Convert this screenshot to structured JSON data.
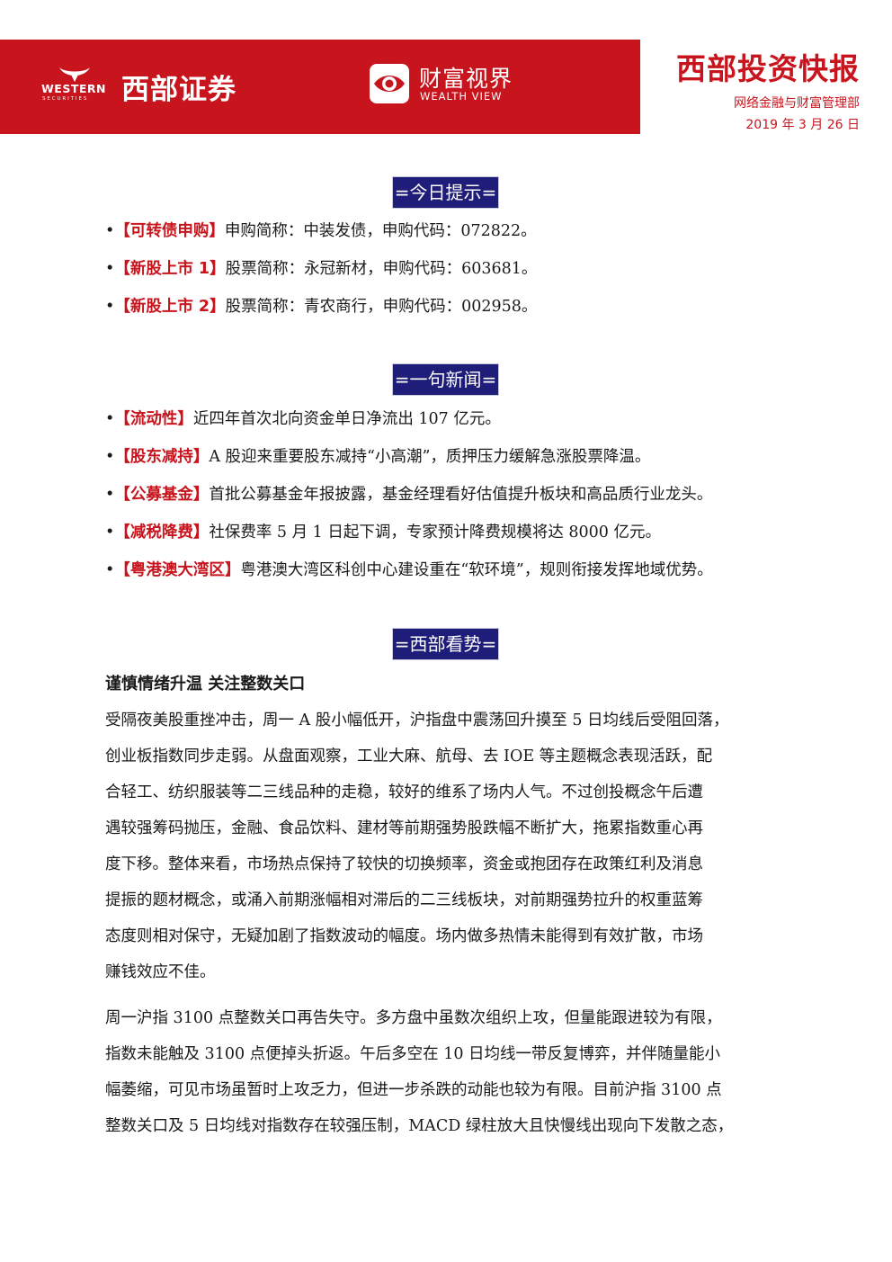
{
  "header": {
    "western_en": "WESTERN",
    "western_en_sub": "SECURITIES",
    "brand_cn": "西部证券",
    "wealth_cn": "财富视界",
    "wealth_en": "WEALTH VIEW",
    "report_title": "西部投资快报",
    "department": "网络金融与财富管理部",
    "date": "2019 年 3 月 26 日",
    "brand_color": "#c8141d"
  },
  "sections": {
    "today": {
      "title": "=今日提示=",
      "items": [
        {
          "bullet": "•",
          "tag": "【可转债申购】",
          "text": "申购简称：中装发债，申购代码：072822。"
        },
        {
          "bullet": "•",
          "tag": "【新股上市 1】",
          "text": "股票简称：永冠新材，申购代码：603681。"
        },
        {
          "bullet": "•",
          "tag": "【新股上市 2】",
          "text": "股票简称：青农商行，申购代码：002958。"
        }
      ]
    },
    "news": {
      "title": "=一句新闻=",
      "items": [
        {
          "bullet": "•",
          "tag": "【流动性】",
          "text": "近四年首次北向资金单日净流出 107 亿元。"
        },
        {
          "bullet": "•",
          "tag": "【股东减持】",
          "text": "A 股迎来重要股东减持“小高潮”，质押压力缓解急涨股票降温。"
        },
        {
          "bullet": "•",
          "tag": "【公募基金】",
          "text": "首批公募基金年报披露，基金经理看好估值提升板块和高品质行业龙头。"
        },
        {
          "bullet": "•",
          "tag": "【减税降费】",
          "text": "社保费率 5 月 1 日起下调，专家预计降费规模将达 8000 亿元。"
        },
        {
          "bullet": "•",
          "tag": "【粤港澳大湾区】",
          "text": "粤港澳大湾区科创中心建设重在“软环境”，规则衔接发挥地域优势。"
        }
      ]
    },
    "outlook": {
      "title": "=西部看势=",
      "headline": "谨慎情绪升温 关注整数关口",
      "paragraph1_lines": [
        "受隔夜美股重挫冲击，周一 A 股小幅低开，沪指盘中震荡回升摸至 5 日均线后受阻回落，",
        "创业板指数同步走弱。从盘面观察，工业大麻、航母、去 IOE 等主题概念表现活跃，配",
        "合轻工、纺织服装等二三线品种的走稳，较好的维系了场内人气。不过创投概念午后遭",
        "遇较强筹码抛压，金融、食品饮料、建材等前期强势股跌幅不断扩大，拖累指数重心再",
        "度下移。整体来看，市场热点保持了较快的切换频率，资金或抱团存在政策红利及消息",
        "提振的题材概念，或涌入前期涨幅相对滞后的二三线板块，对前期强势拉升的权重蓝筹",
        "态度则相对保守，无疑加剧了指数波动的幅度。场内做多热情未能得到有效扩散，市场",
        "赚钱效应不佳。"
      ],
      "paragraph2_lines": [
        "周一沪指 3100 点整数关口再告失守。多方盘中虽数次组织上攻，但量能跟进较为有限，",
        "指数未能触及 3100 点便掉头折返。午后多空在 10 日均线一带反复博弈，并伴随量能小",
        "幅萎缩，可见市场虽暂时上攻乏力，但进一步杀跌的动能也较为有限。目前沪指 3100 点",
        "整数关口及 5 日均线对指数存在较强压制，MACD 绿柱放大且快慢线出现向下发散之态，"
      ]
    }
  }
}
